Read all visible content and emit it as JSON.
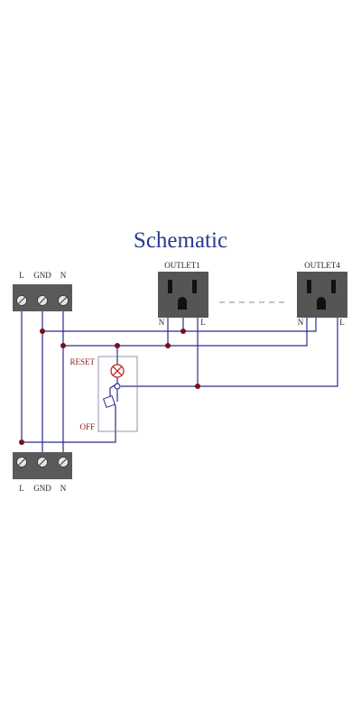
{
  "title": "Schematic",
  "input_terminal": {
    "labels": [
      "L",
      "GND",
      "N"
    ]
  },
  "output_terminal": {
    "labels": [
      "L",
      "GND",
      "N"
    ]
  },
  "outlets": [
    {
      "name": "OUTLET1",
      "pin_left": "N",
      "pin_right": "L"
    },
    {
      "name": "OUTLET4",
      "pin_left": "N",
      "pin_right": "L"
    }
  ],
  "breaker": {
    "reset_label": "RESET",
    "off_label": "OFF"
  },
  "colors": {
    "title": "#2b3a8c",
    "wire": "#2b2d8c",
    "junction": "#7a1010",
    "terminal_block": "#5a5a5a",
    "outlet_face": "#555555",
    "lamp": "#cc2222"
  }
}
